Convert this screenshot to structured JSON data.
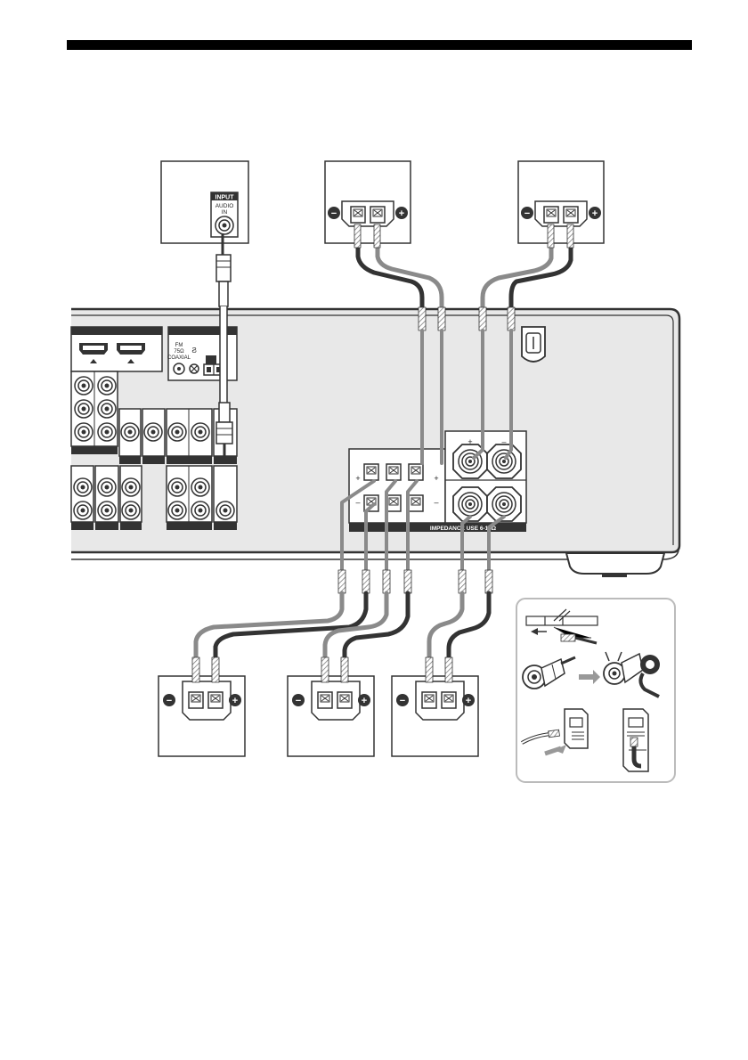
{
  "header": {
    "rule_color": "#000000"
  },
  "subwoofer": {
    "input_label": "INPUT",
    "audio_in_line1": "AUDIO",
    "audio_in_line2": "IN"
  },
  "receiver": {
    "fm_label_line1": "FM",
    "fm_label_line2": "75Ω",
    "fm_label_line3": "COAXIAL",
    "antenna_symbol": "Ϩ",
    "impedance_label": "IMPEDANCE USE 6-16Ω"
  },
  "terminal_signs": {
    "plus": "+",
    "minus": "–"
  },
  "speaker_symbols": {
    "plus": "+",
    "minus": "−"
  },
  "colors": {
    "panel_fill": "#e8e8e8",
    "panel_stroke": "#333333",
    "cable_gray": "#8a8a8a",
    "cable_dark": "#333333",
    "inset_border": "#bbbbbb"
  }
}
